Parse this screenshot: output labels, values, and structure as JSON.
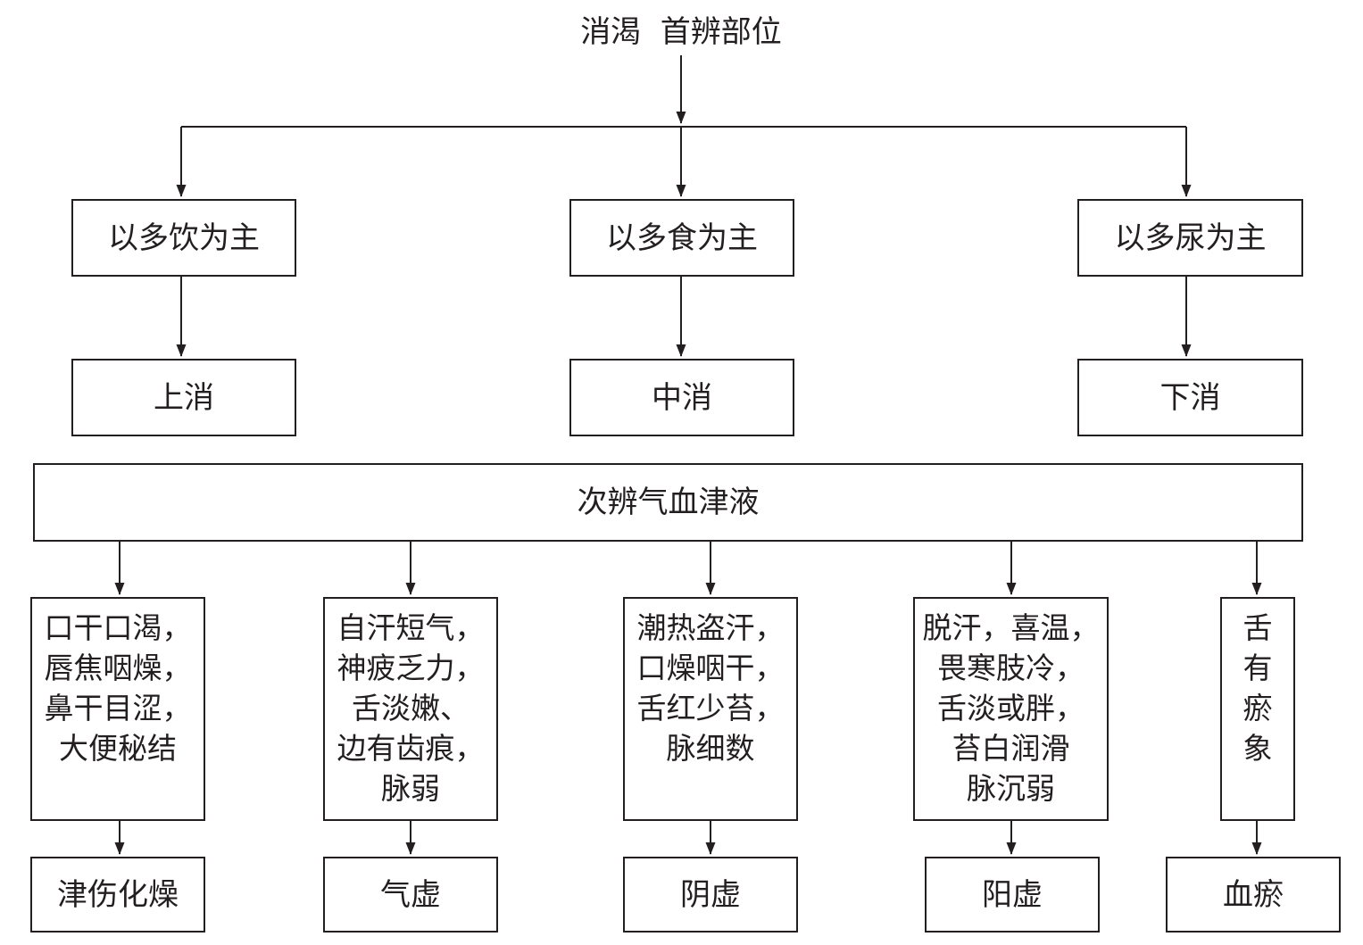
{
  "title": "消渴  首辨部位",
  "level1": [
    "以多饮为主",
    "以多食为主",
    "以多尿为主"
  ],
  "level2": [
    "上消",
    "中消",
    "下消"
  ],
  "secondary": "次辨气血津液",
  "symptoms": [
    [
      "口干口渴，",
      "唇焦咽燥，",
      "鼻干目涩，",
      "大便秘结"
    ],
    [
      "自汗短气，",
      "神疲乏力，",
      "舌淡嫩、",
      "边有齿痕，",
      "脉弱"
    ],
    [
      "潮热盗汗，",
      "口燥咽干，",
      "舌红少苔，",
      "脉细数"
    ],
    [
      "脱汗，喜温，",
      "畏寒肢冷，",
      "舌淡或胖，",
      "苔白润滑",
      "脉沉弱"
    ],
    [
      "舌",
      "有",
      "瘀",
      "象"
    ]
  ],
  "diagnoses": [
    "津伤化燥",
    "气虚",
    "阴虚",
    "阳虚",
    "血瘀"
  ]
}
